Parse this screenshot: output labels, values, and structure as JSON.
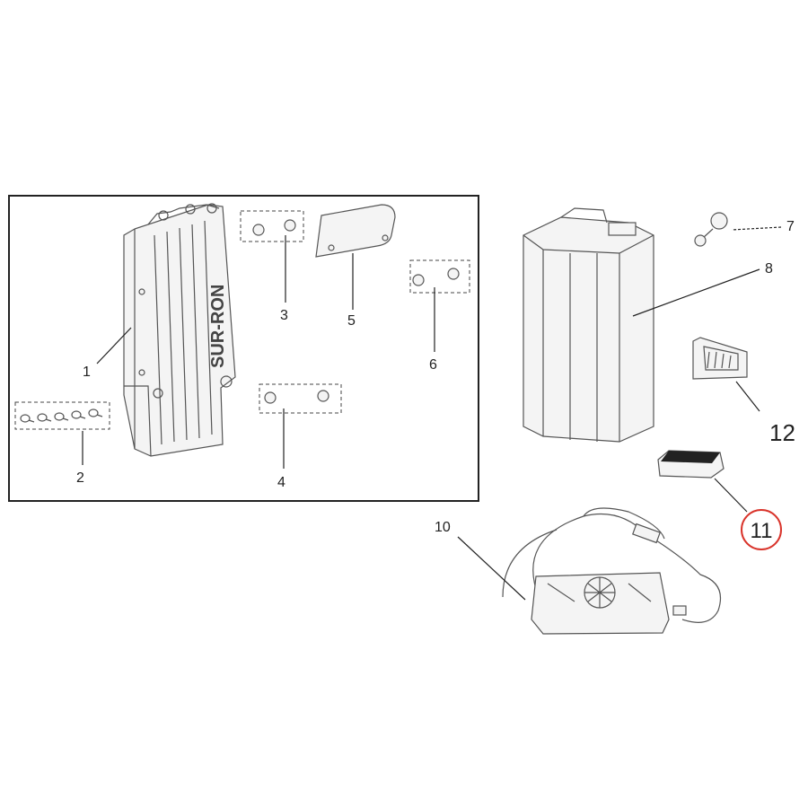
{
  "callouts": {
    "c1": "1",
    "c2": "2",
    "c3": "3",
    "c4": "4",
    "c5": "5",
    "c6": "6",
    "c7": "7",
    "c8": "8",
    "c10": "10",
    "c11": "11",
    "c12": "12"
  },
  "logo_text": "SUR-RON",
  "highlight_color": "#d9342b"
}
